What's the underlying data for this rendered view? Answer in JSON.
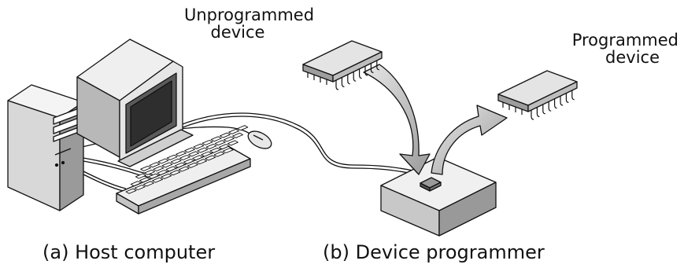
{
  "labels": {
    "unprogrammed": [
      "Unprogrammed",
      "device"
    ],
    "programmed": [
      "Programmed",
      "device"
    ],
    "caption_a": "(a) Host computer",
    "caption_b": "(b) Device programmer"
  },
  "colors": {
    "line": "#111111",
    "fill_light": "#f2f2f2",
    "fill_mid": "#cfcfcf",
    "fill_dark": "#8c8c8c",
    "screen": "#3a3a3a"
  }
}
